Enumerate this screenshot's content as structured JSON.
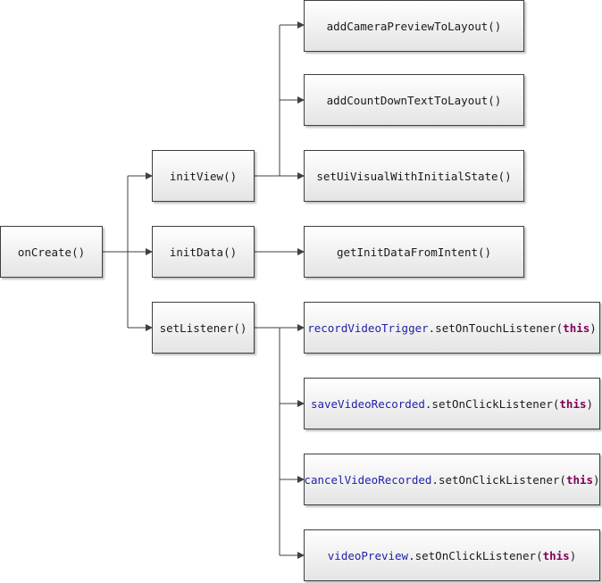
{
  "nodes": {
    "on_create": "onCreate()",
    "init_view": "initView()",
    "init_data": "initData()",
    "set_listener": "setListener()",
    "add_camera_preview": "addCameraPreviewToLayout()",
    "add_countdown_text": "addCountDownTextToLayout()",
    "set_ui_visual": "setUiVisualWithInitialState()",
    "get_init_data": "getInitDataFromIntent()"
  },
  "listeners": [
    {
      "field": "recordVideoTrigger",
      "method": ".setOnTouchListener(",
      "arg": "this",
      "close": ")"
    },
    {
      "field": "saveVideoRecorded",
      "method": ".setOnClickListener(",
      "arg": "this",
      "close": ")"
    },
    {
      "field": "cancelVideoRecorded",
      "method": ".setOnClickListener(",
      "arg": "this",
      "close": ")"
    },
    {
      "field": "videoPreview",
      "method": ".setOnClickListener(",
      "arg": "this",
      "close": ")"
    }
  ],
  "colors": {
    "field": "#1f1fa8",
    "keyword": "#7f0055",
    "line": "#3f3f3f"
  }
}
